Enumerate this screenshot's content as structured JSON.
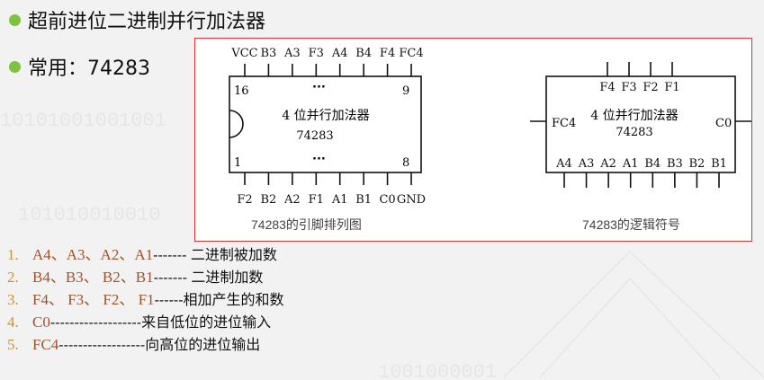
{
  "bullets": [
    {
      "text": "超前进位二进制并行加法器"
    },
    {
      "text": "常用：74283"
    }
  ],
  "pinout": {
    "top_pins": [
      "VCC",
      "B3",
      "A3",
      "F3",
      "A4",
      "B4",
      "F4",
      "FC4"
    ],
    "bottom_pins": [
      "F2",
      "B2",
      "A2",
      "F1",
      "A1",
      "B1",
      "C0",
      "GND"
    ],
    "pin16": "16",
    "pin9": "9",
    "pin1": "1",
    "pin8": "8",
    "dots": "···",
    "name": "4 位并行加法器",
    "part": "74283",
    "caption": "74283的引脚排列图"
  },
  "logic": {
    "top_pins": [
      "F4",
      "F3",
      "F2",
      "F1"
    ],
    "bottom_pins": [
      "A4",
      "A3",
      "A2",
      "A1",
      "B4",
      "B3",
      "B2",
      "B1"
    ],
    "left_pin": "FC4",
    "right_pin": "C0",
    "name": "4 位并行加法器",
    "part": "74283",
    "caption": "74283的逻辑符号"
  },
  "list": [
    {
      "num": "1.",
      "sym": "A4、A3、A2、A1",
      "desc": " ------- 二进制被加数"
    },
    {
      "num": "2.",
      "sym": "B4、B3、 B2、B1",
      "desc": "------- 二进制加数"
    },
    {
      "num": "3.",
      "sym": "F4、 F3、 F2、 F1",
      "desc": " ------相加产生的和数"
    },
    {
      "num": "4.",
      "sym": "C0",
      "desc": " -------------------来自低位的进位输入"
    },
    {
      "num": "5.",
      "sym": "FC4",
      "desc": " ------------------向高位的进位输出"
    }
  ]
}
